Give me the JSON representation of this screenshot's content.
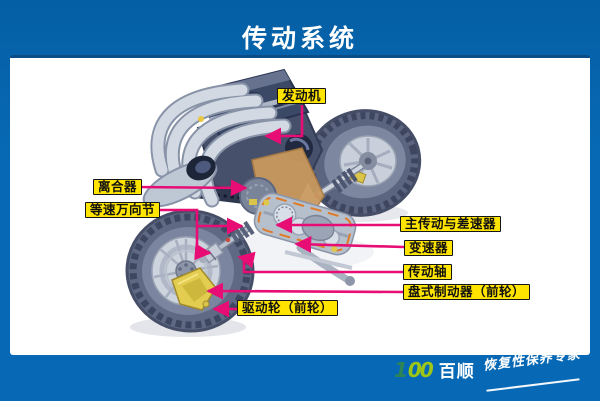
{
  "header": {
    "title": "传动系统"
  },
  "diagram": {
    "illustration": "car-drivetrain-cutaway",
    "labels": [
      {
        "id": "engine",
        "text": "发动机"
      },
      {
        "id": "clutch",
        "text": "离合器"
      },
      {
        "id": "constant-velocity-joint",
        "text": "等速万向节"
      },
      {
        "id": "final-drive-and-differential",
        "text": "主传动与差速器"
      },
      {
        "id": "gearbox",
        "text": "变速器"
      },
      {
        "id": "drive-shaft",
        "text": "传动轴"
      },
      {
        "id": "disc-brake-front-wheel",
        "text": "盘式制动器（前轮）"
      },
      {
        "id": "drive-wheel-front-wheel",
        "text": "驱动轮（前轮）"
      }
    ]
  },
  "footer": {
    "logo": {
      "digit": "1",
      "zeros": "00",
      "brand": "百顺"
    },
    "slogan": "恢复性保养专家"
  },
  "colors": {
    "background_blue": "#0769b5",
    "panel_top_border": "#0d4d87",
    "label_background": "#ffe400",
    "label_border": "#151515",
    "connector_pink": "#e70d74",
    "logo_green": "#9ec616",
    "logo_teal": "#2d8556",
    "title_text": "#ffffff"
  }
}
